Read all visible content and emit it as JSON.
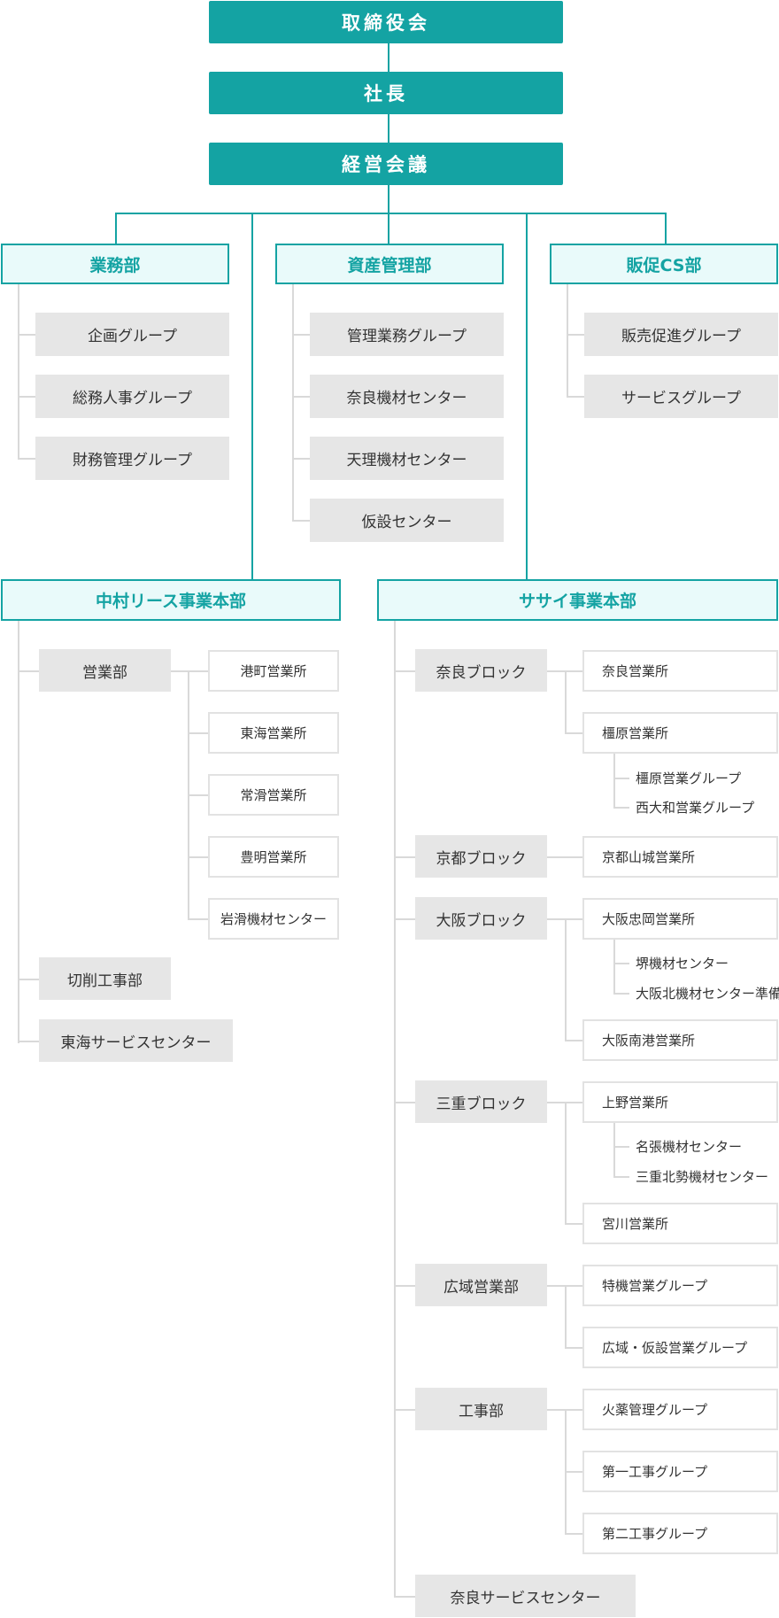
{
  "top": {
    "board": "取締役会",
    "president": "社長",
    "council": "経営会議"
  },
  "departments": {
    "gyomu": {
      "title": "業務部",
      "groups": [
        "企画グループ",
        "総務人事グループ",
        "財務管理グループ"
      ]
    },
    "shisan": {
      "title": "資産管理部",
      "groups": [
        "管理業務グループ",
        "奈良機材センター",
        "天理機材センター",
        "仮設センター"
      ]
    },
    "hansoku": {
      "title": "販促CS部",
      "groups": [
        "販売促進グループ",
        "サービスグループ"
      ]
    }
  },
  "nakamura": {
    "title": "中村リース事業本部",
    "eigyo": {
      "label": "営業部",
      "offices": [
        "港町営業所",
        "東海営業所",
        "常滑営業所",
        "豊明営業所",
        "岩滑機材センター"
      ]
    },
    "setsusaku": "切削工事部",
    "tokai_service": "東海サービスセンター"
  },
  "sasai": {
    "title": "ササイ事業本部",
    "nara_block": {
      "label": "奈良ブロック",
      "office_1": "奈良営業所",
      "office_2": "橿原営業所",
      "office_2_subs": [
        "橿原営業グループ",
        "西大和営業グループ"
      ]
    },
    "kyoto_block": {
      "label": "京都ブロック",
      "office_1": "京都山城営業所"
    },
    "osaka_block": {
      "label": "大阪ブロック",
      "office_1": "大阪忠岡営業所",
      "office_1_subs": [
        "堺機材センター",
        "大阪北機材センター準備室"
      ],
      "office_2": "大阪南港営業所"
    },
    "mie_block": {
      "label": "三重ブロック",
      "office_1": "上野営業所",
      "office_1_subs": [
        "名張機材センター",
        "三重北勢機材センター"
      ],
      "office_2": "宮川営業所"
    },
    "koiki": {
      "label": "広域営業部",
      "offices": [
        "特機営業グループ",
        "広域・仮設営業グループ"
      ]
    },
    "koji": {
      "label": "工事部",
      "offices": [
        "火薬管理グループ",
        "第一工事グループ",
        "第二工事グループ"
      ]
    },
    "nara_service": "奈良サービスセンター"
  },
  "colors": {
    "accent": "#14a3a3",
    "accent_light": "#e9fafa",
    "group_bg": "#e6e6e6",
    "line": "#d9d9d9",
    "text": "#333333"
  }
}
